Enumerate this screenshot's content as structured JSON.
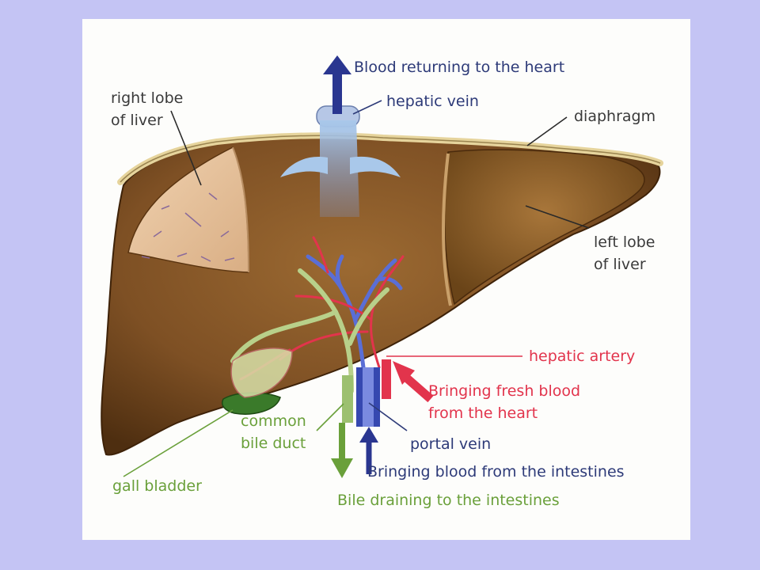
{
  "labels": {
    "blood_returning": "Blood returning to the heart",
    "hepatic_vein": "hepatic vein",
    "right_lobe_1": "right lobe",
    "right_lobe_2": "of liver",
    "diaphragm": "diaphragm",
    "left_lobe_1": "left lobe",
    "left_lobe_2": "of liver",
    "hepatic_artery": "hepatic artery",
    "fresh_blood_1": "Bringing fresh blood",
    "fresh_blood_2": "from the heart",
    "common_bile_1": "common",
    "common_bile_2": "bile duct",
    "portal_vein": "portal vein",
    "blood_intestines": "Bringing blood from the intestines",
    "gall_bladder": "gall bladder",
    "bile_draining": "Bile draining to the intestines"
  },
  "colors": {
    "background": "#c4c4f4",
    "panel": "#fdfdfb",
    "liver": "#8a5a28",
    "liver_dark": "#5a3410",
    "vein_blue": "#2a3690",
    "artery_red": "#e2344c",
    "bile_green": "#6aa03a",
    "label_navy": "#2d3a78",
    "label_dark": "#3a3a3a"
  }
}
